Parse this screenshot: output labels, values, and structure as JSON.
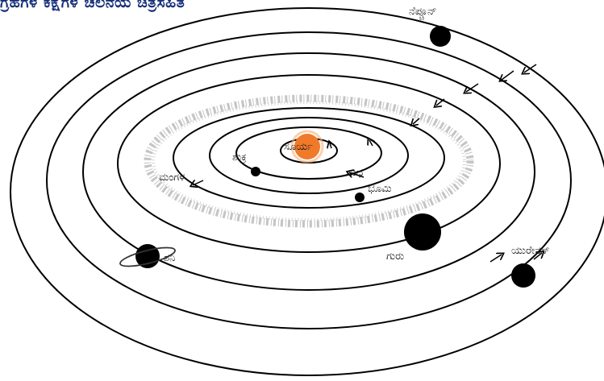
{
  "caption": "ಗ್ರಹಗಳ ಕಕ್ಷೆಗಳ ಚಲನೆಯ ಚಿತ್ರಸಹಿತ",
  "labels": {
    "sun": "ಸೂರ್ಯ",
    "mercury": "ಬುಧ",
    "venus": "ಶುಕ್ರ",
    "earth": "ಭೂಮಿ",
    "mars": "ಮಂಗಳ",
    "jupiter": "ಗುರು",
    "saturn": "ಶನಿ",
    "uranus": "ಯುರೇನಸ್",
    "neptune": "ನೆಪ್ಚೂನ್"
  },
  "colors": {
    "sun": "#f07a2a",
    "planet": "#000000",
    "orbit": "#000000",
    "asteroid_belt": "#a8a8a8"
  }
}
